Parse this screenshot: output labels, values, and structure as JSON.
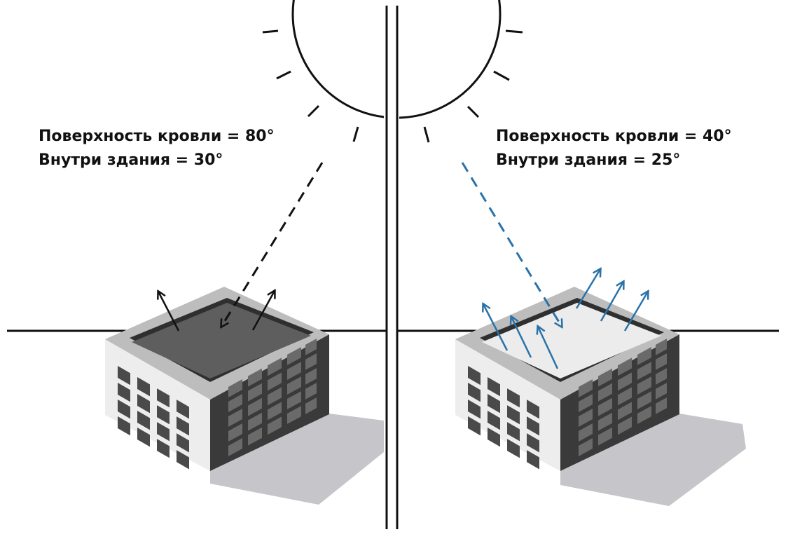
{
  "colors": {
    "line": "#111111",
    "background": "#ffffff",
    "roof_dark": "#5e5e5e",
    "roof_light": "#ececec",
    "parapet": "#bdbdbd",
    "parapet_inner": "#2f2f2f",
    "wall_light": "#ededed",
    "wall_dark": "#3a3a3a",
    "window_on_light": "#4a4a4a",
    "window_on_dark": "#6a6a6a",
    "shadow": "#c6c6ca",
    "reflect_blue": "#2a72a8"
  },
  "left_panel": {
    "roof_surface_label": "Поверхность кровли = 80°",
    "inside_label": "Внутри здания = 30°",
    "roof_type": "dark",
    "ray_style": "dashed-black",
    "reflected_arrow_count": 2
  },
  "right_panel": {
    "roof_surface_label": "Поверхность кровли = 40°",
    "inside_label": "Внутри здания = 25°",
    "roof_type": "light",
    "ray_style": "dashed-blue",
    "reflected_arrow_count": 6
  },
  "icons": {
    "sun": "sun-icon",
    "building_left": "building-dark-roof-icon",
    "building_right": "building-cool-roof-icon"
  }
}
